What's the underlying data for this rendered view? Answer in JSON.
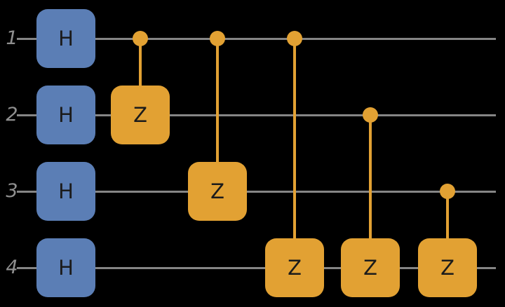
{
  "diagram": {
    "type": "quantum-circuit",
    "background_color": "#000000",
    "colors": {
      "h_gate": "#5b7eb5",
      "z_gate": "#e2a133",
      "control_dot": "#e2a133",
      "wire": "#858585",
      "qubit_label": "#8f8f8f",
      "gate_text": "#1b1b1b"
    },
    "wires": [
      {
        "label": "1"
      },
      {
        "label": "2"
      },
      {
        "label": "3"
      },
      {
        "label": "4"
      }
    ],
    "gates": [
      {
        "type": "H",
        "label": "H",
        "wire": 1
      },
      {
        "type": "H",
        "label": "H",
        "wire": 2
      },
      {
        "type": "H",
        "label": "H",
        "wire": 3
      },
      {
        "type": "H",
        "label": "H",
        "wire": 4
      },
      {
        "type": "CZ",
        "label": "Z",
        "control_wire": 1,
        "target_wire": 2
      },
      {
        "type": "CZ",
        "label": "Z",
        "control_wire": 1,
        "target_wire": 3
      },
      {
        "type": "CZ",
        "label": "Z",
        "control_wire": 1,
        "target_wire": 4
      },
      {
        "type": "CZ",
        "label": "Z",
        "control_wire": 2,
        "target_wire": 4
      },
      {
        "type": "CZ",
        "label": "Z",
        "control_wire": 3,
        "target_wire": 4
      }
    ]
  }
}
